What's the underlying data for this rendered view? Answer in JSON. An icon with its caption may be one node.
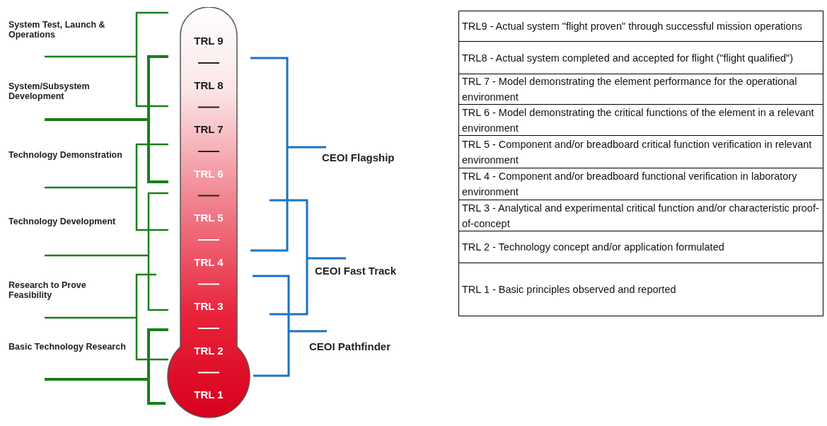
{
  "diagram": {
    "nodes": [
      {
        "text": [
          "TRL 9",
          "TRL 8",
          "TRL 7",
          "TRL 6",
          "TRL 5",
          "TRL 4",
          "TRL 3",
          "TRL 2",
          "TRL 1"
        ]
      }
    ],
    "labels": [
      "System Test, Launch & Operations",
      "System/Subsystem Development",
      "Technology Demonstration",
      "Technology Development",
      "Research to Prove Feasibility",
      "Basic Technology Research",
      "CEOI Flagship",
      "CEOI Fast Track",
      "CEOI Pathfinder",
      "TRL9 - Actual system \"flight proven\" through successful mission operations",
      "TRL8 - Actual system completed and accepted for flight (\"flight qualified\")",
      "TRL 7 - Model demonstrating the element performance for the operational environment",
      "TRL 6 - Model demonstrating the critical functions of the element in a relevant environment",
      "TRL 5 - Component and/or breadboard critical function verification in relevant environment",
      "TRL 4 - Component and/or breadboard functional verification in laboratory environment",
      "TRL 3 - Analytical and experimental critical function and/or characteristic proof-of-concept",
      "TRL 2 - Technology concept and/or application formulated",
      "TRL 1 - Basic principles observed and reported"
    ]
  }
}
